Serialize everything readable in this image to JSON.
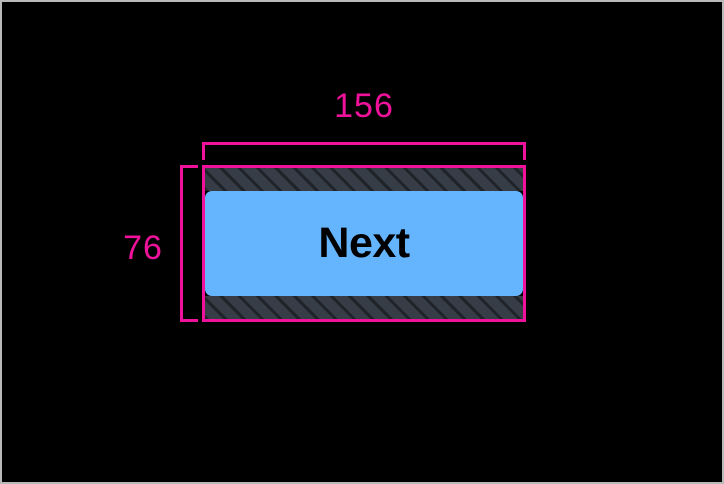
{
  "overlay": {
    "background_color": "#000000",
    "frame_border_color": "#b9b9b9",
    "accent_color": "#f0129a"
  },
  "measurement": {
    "width_label": "156",
    "height_label": "76",
    "units": "px"
  },
  "element": {
    "type": "button",
    "label": "Next",
    "background_color": "#64b5fd",
    "text_color": "#000000",
    "border_radius": "7px",
    "padding_fill_color": "#363d47"
  }
}
